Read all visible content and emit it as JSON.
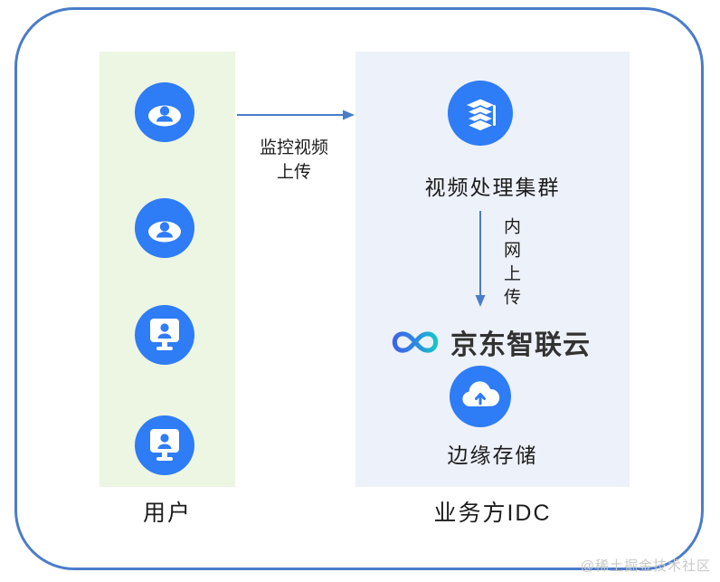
{
  "left_panel": {
    "label": "用户",
    "icons": [
      "user-icon",
      "user-icon",
      "monitor-user-icon",
      "monitor-user-icon"
    ]
  },
  "right_panel": {
    "label": "业务方IDC",
    "cluster_label": "视频处理集群",
    "storage_label": "边缘存储",
    "icons": [
      "stacked-layers-icon",
      "cloud-upload-icon"
    ]
  },
  "logo": {
    "text": "京东智联云",
    "symbol": "infinity-ribbon-icon"
  },
  "arrows": {
    "upload_line1": "监控视频",
    "upload_line2": "上传",
    "intranet_label": "内网上传"
  },
  "watermark": {
    "text": "@稀土掘金技术社区"
  },
  "colors": {
    "frame_border": "#4a7cc9",
    "panel_green": "#ecf6e3",
    "panel_blue": "#edf1f9",
    "icon_blue": "#2e7cf6",
    "arrow": "#4a7cc9",
    "logo_gradient_start": "#3f63e8",
    "logo_gradient_end": "#17c5c8",
    "watermark": "#c9c9c9"
  }
}
